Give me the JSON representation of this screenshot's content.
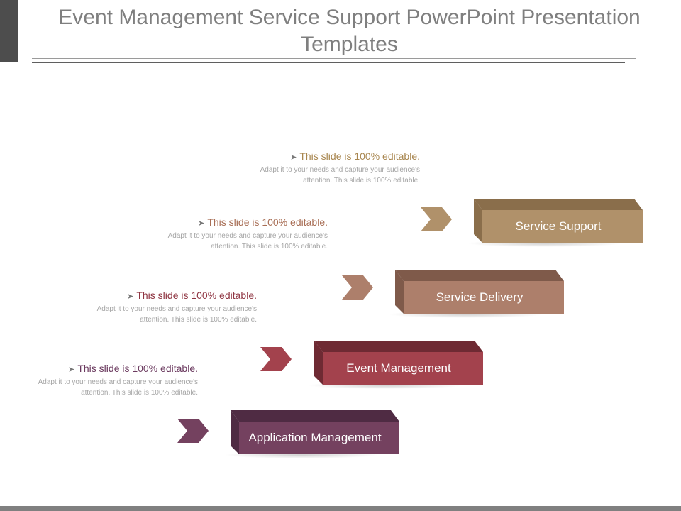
{
  "slide": {
    "title": "Event Management Service Support PowerPoint Presentation Templates"
  },
  "notes": [
    {
      "heading": "This slide is 100% editable.",
      "body": "Adapt it to your needs and capture your audience's attention. This slide is 100% editable.",
      "color": "#a8864f"
    },
    {
      "heading": "This slide is 100% editable.",
      "body": "Adapt it to your needs and capture your audience's attention. This slide is 100% editable.",
      "color": "#a86e55"
    },
    {
      "heading": "This slide is 100% editable.",
      "body": "Adapt it to your needs and capture your audience's attention. This slide is 100% editable.",
      "color": "#8f3542"
    },
    {
      "heading": "This slide is 100% editable.",
      "body": "Adapt it to your needs and capture your audience's attention. This slide is 100% editable.",
      "color": "#6b3a5f"
    }
  ],
  "steps": [
    {
      "label": "Service Support",
      "color": "#b0916a",
      "top_color": "#8a6e4b"
    },
    {
      "label": "Service Delivery",
      "color": "#ad7f6b",
      "top_color": "#7f5a4a"
    },
    {
      "label": "Event Management",
      "color": "#a3424d",
      "top_color": "#6e2a33"
    },
    {
      "label": "Application Management",
      "color": "#74415f",
      "top_color": "#4f2b43"
    }
  ]
}
